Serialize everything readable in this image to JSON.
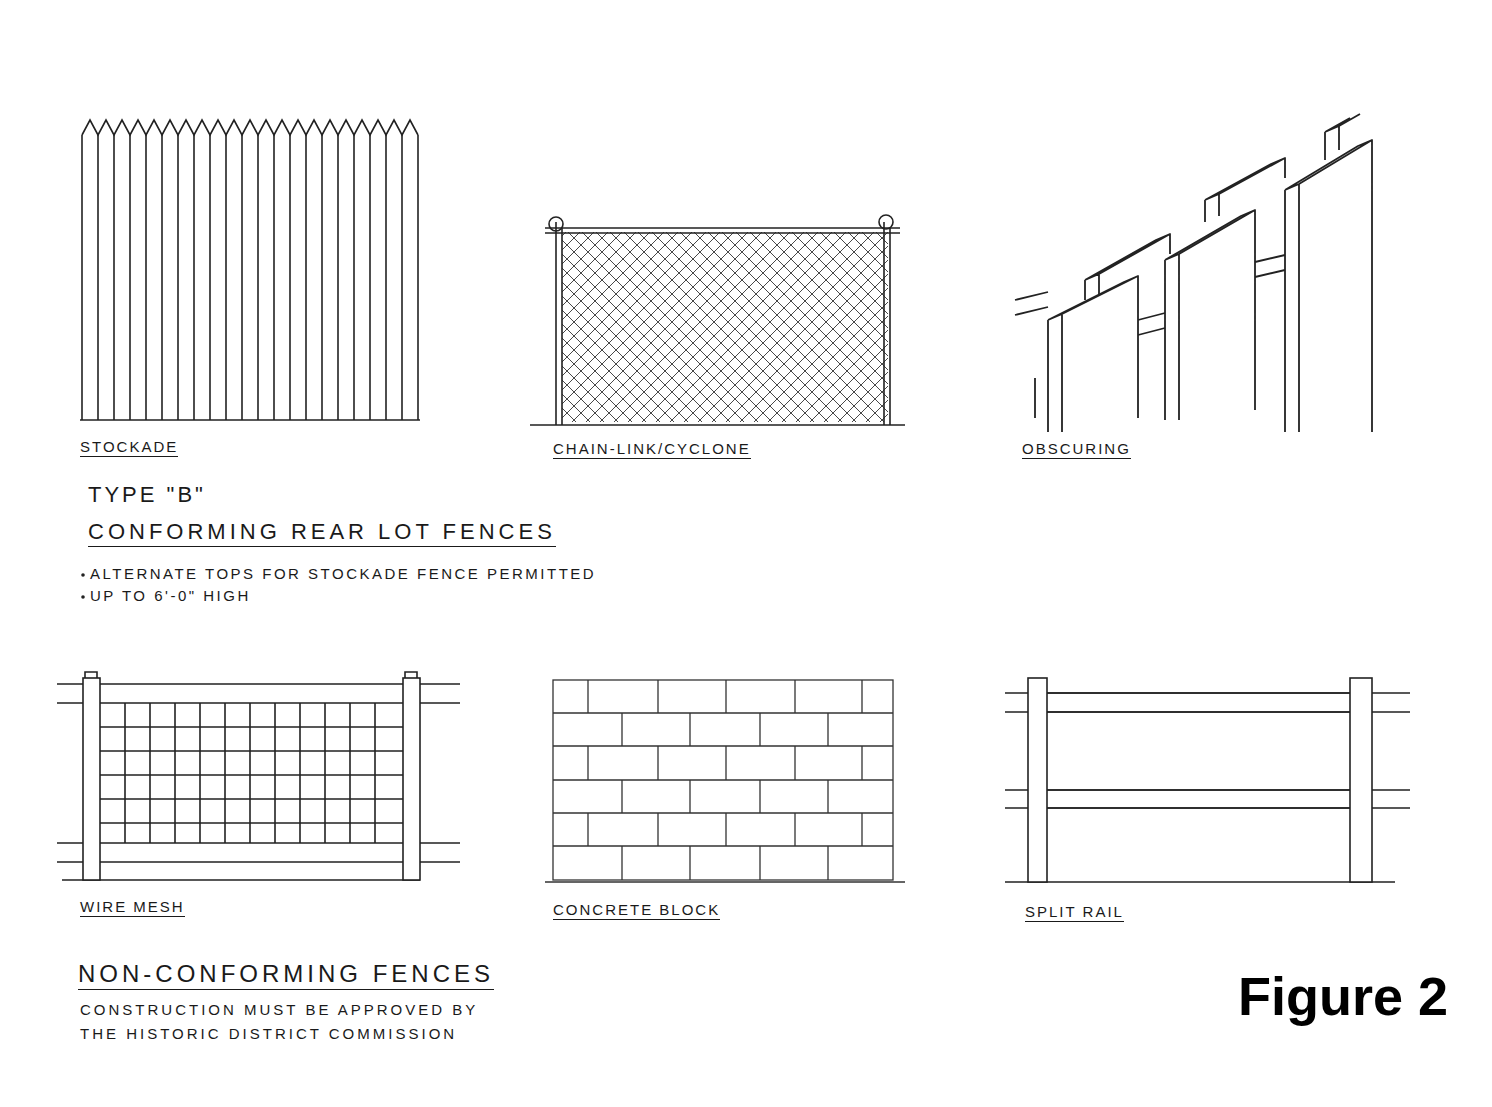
{
  "diagram": {
    "caption": "Figure 2",
    "labels": [
      "STOCKADE",
      "CHAIN-LINK/CYCLONE",
      "OBSCURING",
      "TYPE \"B\"",
      "CONFORMING REAR LOT FENCES",
      "ALTERNATE TOPS FOR STOCKADE FENCE PERMITTED",
      "UP TO 6'-0\" HIGH",
      "WIRE MESH",
      "CONCRETE BLOCK",
      "SPLIT RAIL",
      "NON-CONFORMING FENCES",
      "CONSTRUCTION MUST BE APPROVED BY THE HISTORIC DISTRICT COMMISSION"
    ]
  }
}
